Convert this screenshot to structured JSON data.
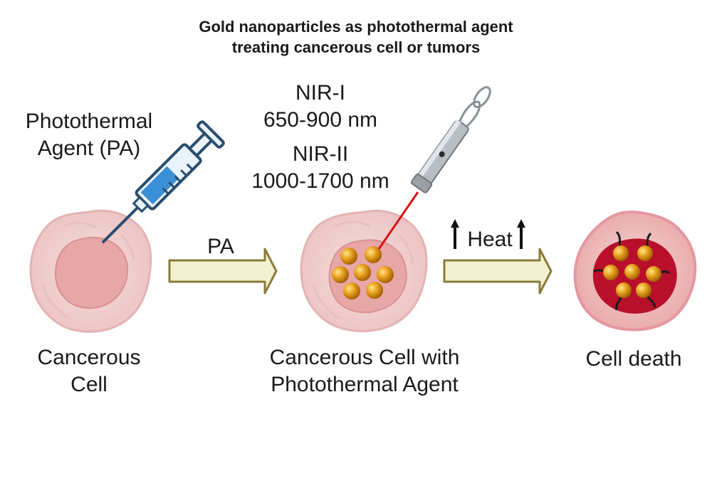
{
  "title": {
    "line1": "Gold nanoparticles as photothermal agent",
    "line2": "treating cancerous cell or tumors"
  },
  "agent_label": {
    "line1": "Photothermal",
    "line2": "Agent (PA)"
  },
  "nir1": {
    "name": "NIR-I",
    "range": "650-900 nm"
  },
  "nir2": {
    "name": "NIR-II",
    "range": "1000-1700 nm"
  },
  "arrow1_label": "PA",
  "arrow2_label": "Heat",
  "stages": {
    "stage1": {
      "line1": "Cancerous",
      "line2": "Cell"
    },
    "stage2": {
      "line1": "Cancerous Cell with",
      "line2": "Photothermal Agent"
    },
    "stage3": {
      "line1": "Cell death"
    }
  },
  "colors": {
    "cell_outer": "#f3d3d3",
    "nucleus": "#e8a7a7",
    "dead_core": "#b8102a",
    "gold": "#e8a21f",
    "arrow_fill": "#f3f1d0",
    "arrow_stroke": "#8a7a3a",
    "laser": "#d81414"
  },
  "icons": [
    "syringe-icon",
    "laser-pointer-icon",
    "heat-up-arrow-icon"
  ]
}
